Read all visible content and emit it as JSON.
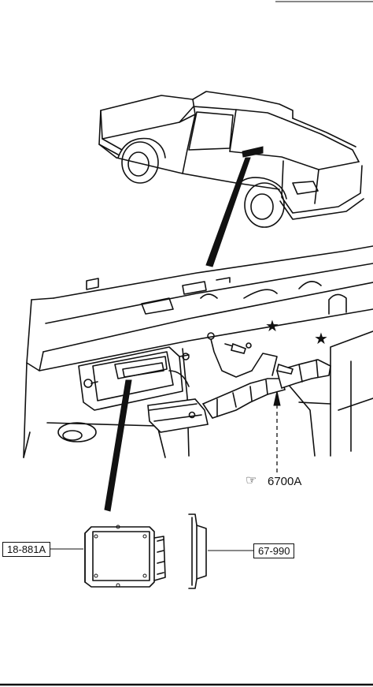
{
  "callouts": {
    "module_part": "18-881A",
    "bracket_part": "67-990",
    "reference_part": "6700A",
    "reference_icon": "pointing-hand-icon",
    "star_symbol": "★"
  }
}
